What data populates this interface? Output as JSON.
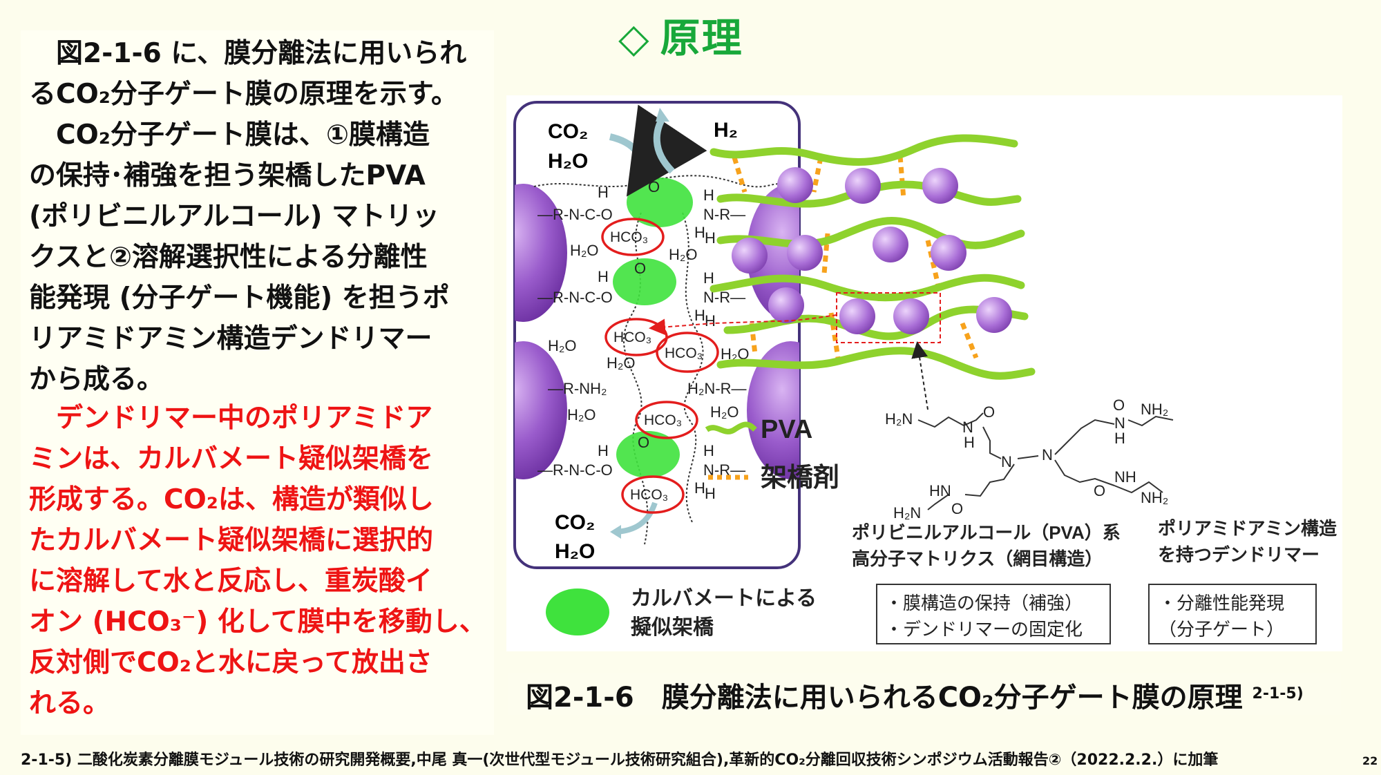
{
  "title": {
    "symbol": "◇",
    "text": "原理"
  },
  "left_text": {
    "p1": [
      "　図2-1-6 に、膜分離法に用いられ",
      "るCO₂分子ゲート膜の原理を示す。"
    ],
    "p2": [
      "　CO₂分子ゲート膜は、①膜構造",
      "の保持･補強を担う架橋したPVA",
      "(ポリビニルアルコール) マトリッ",
      "クスと②溶解選択性による分離性",
      "能発現 (分子ゲート機能) を担うポ",
      "リアミドアミン構造デンドリマー",
      "から成る。"
    ],
    "p3": [
      "　デンドリマー中のポリアミドア",
      "ミンは、カルバメート疑似架橋を",
      "形成する。CO₂は、構造が類似し",
      "たカルバメート疑似架橋に選択的",
      "に溶解して水と反応し、重炭酸イ",
      "オン (HCO₃⁻) 化して膜中を移動し、",
      "反対側でCO₂と水に戻って放出さ",
      "れる。"
    ]
  },
  "figure": {
    "membrane": {
      "in_co2": "CO₂",
      "in_h2o": "H₂O",
      "out_h2": "H₂",
      "out_co2": "CO₂",
      "out_h2o": "H₂O",
      "h2o": "H₂O",
      "hco3": "HCO₃",
      "chem_left_a": "—R-N-C-O",
      "chem_right_a": "N-R—",
      "chem_left_b": "—R-NH₂",
      "chem_right_b": "H₂N-R—",
      "h": "H",
      "o": "O"
    },
    "legend": {
      "carbamate_label_1": "カルバメートによる",
      "carbamate_label_2": "擬似架橋",
      "pva": "PVA",
      "crosslinker": "架橋剤"
    },
    "dendrimer_chem": {
      "h2n": "H₂N",
      "nh2": "NH₂",
      "n": "N",
      "nh": "NH",
      "hn": "HN",
      "o": "O",
      "h": "H"
    },
    "pva_desc": [
      "ポリビニルアルコール（PVA）系",
      "高分子マトリクス（網目構造）"
    ],
    "dendrimer_desc": [
      "ポリアミドアミン構造",
      "を持つデンドリマー"
    ],
    "box1": [
      "・膜構造の保持（補強）",
      "・デンドリマーの固定化"
    ],
    "box2": [
      "・分離性能発現",
      "（分子ゲート）"
    ]
  },
  "caption": {
    "text": "図2-1-6　膜分離法に用いられるCO₂分子ゲート膜の原理",
    "ref": "2-1-5)"
  },
  "footnote": "2-1-5) 二酸化炭素分離膜モジュール技術の研究開発概要,中尾 真一(次世代型モジュール技術研究組合),革新的CO₂分離回収技術シンポジウム活動報告②（2022.2.2.）に加筆",
  "page_number": "22",
  "colors": {
    "title": "#18a83a",
    "highlight_text": "#ee1414",
    "pva_green": "#8ed22d",
    "crosslinker_orange": "#f7a21c",
    "carbamate_green": "#3fe23d",
    "purple": "#7d3fb0",
    "red_circle": "#e31d1d"
  }
}
